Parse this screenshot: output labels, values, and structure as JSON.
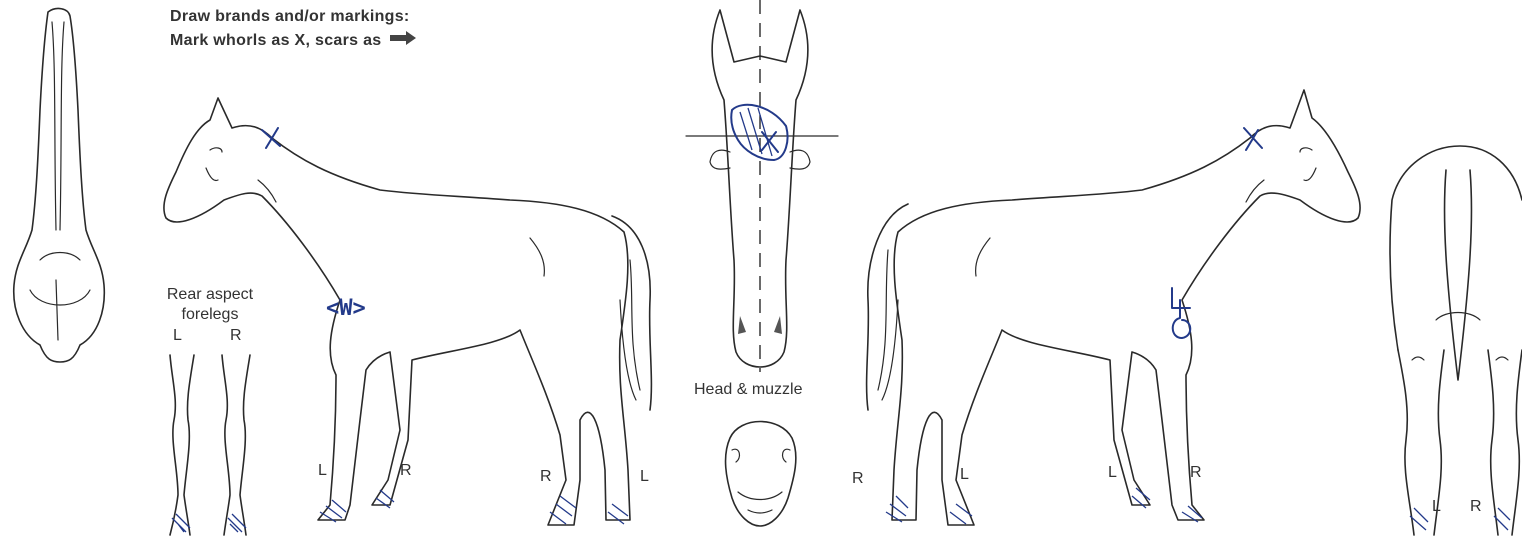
{
  "instructions": {
    "line1": "Draw brands and/or markings:",
    "line2": "Mark whorls as X, scars as",
    "arrow_icon": "arrow-right-icon"
  },
  "labels": {
    "rear_aspect_line1": "Rear aspect",
    "rear_aspect_line2": "forelegs",
    "head_muzzle": "Head & muzzle",
    "left": "L",
    "right": "R"
  },
  "annotations": {
    "left_side_brand": "<W>"
  },
  "colors": {
    "ink": "#233a8a",
    "outline": "#2a2a2a"
  }
}
